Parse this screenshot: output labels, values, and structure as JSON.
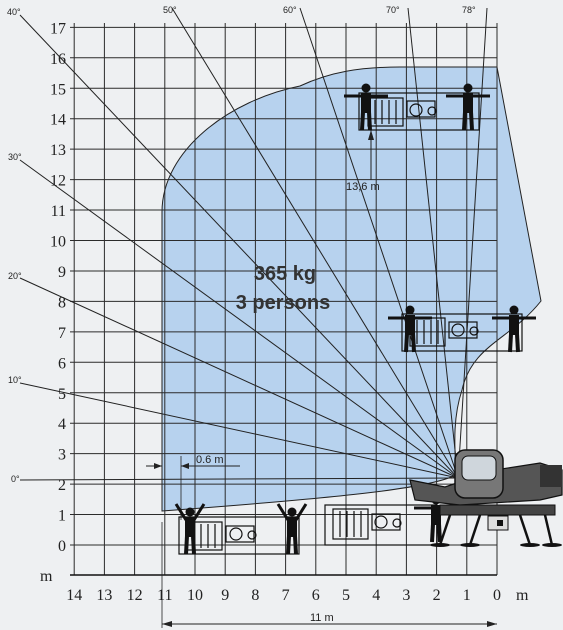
{
  "load": {
    "capacity": "365 kg",
    "persons": "3 persons"
  },
  "y_labels": [
    "0",
    "1",
    "2",
    "3",
    "4",
    "5",
    "6",
    "7",
    "8",
    "9",
    "10",
    "11",
    "12",
    "13",
    "14",
    "15",
    "16",
    "17"
  ],
  "x_labels": [
    "14",
    "13",
    "12",
    "11",
    "10",
    "9",
    "8",
    "7",
    "6",
    "5",
    "4",
    "3",
    "2",
    "1",
    "0"
  ],
  "y_unit": "m",
  "x_unit": "m",
  "angles": [
    "0°",
    "10°",
    "20°",
    "30°",
    "40°",
    "50°",
    "60°",
    "70°",
    "78°"
  ],
  "dims": {
    "height": "13,6  m",
    "offset": "0.6  m",
    "reach": "11 m"
  },
  "colors": {
    "envelope": "#b7d2ee",
    "grid": "#2b2b2b",
    "background": "#eef0f2"
  }
}
